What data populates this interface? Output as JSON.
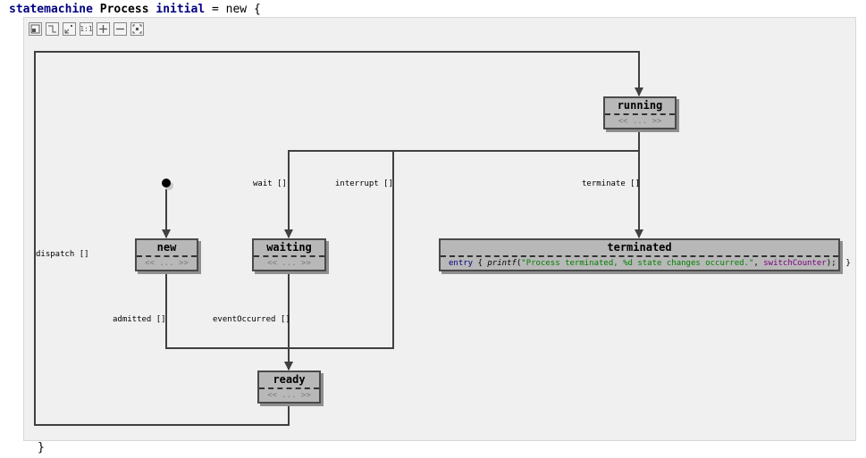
{
  "code": {
    "keyword_statemachine": "statemachine",
    "machine_name": "Process",
    "keyword_initial": "initial",
    "assignment": " = new {",
    "closing": "}"
  },
  "toolbar": {
    "zoom_reset_label": "1:1"
  },
  "states": {
    "running": {
      "name": "running",
      "body": "<< ... >>"
    },
    "waiting": {
      "name": "waiting",
      "body": "<< ... >>"
    },
    "new": {
      "name": "new",
      "body": "<< ... >>"
    },
    "ready": {
      "name": "ready",
      "body": "<< ... >>"
    },
    "terminated": {
      "name": "terminated",
      "entry_keyword": "entry",
      "open_brace": " { ",
      "function": "printf",
      "open_paren": "(",
      "string": "\"Process terminated, %d state changes occurred.\"",
      "comma": ", ",
      "variable": "switchCounter",
      "close": ");  }"
    }
  },
  "transitions": {
    "wait": "wait []",
    "interrupt": "interrupt []",
    "terminate": "terminate []",
    "dispatch": "dispatch []",
    "admitted": "admitted []",
    "event_occurred": "eventOccurred []"
  }
}
